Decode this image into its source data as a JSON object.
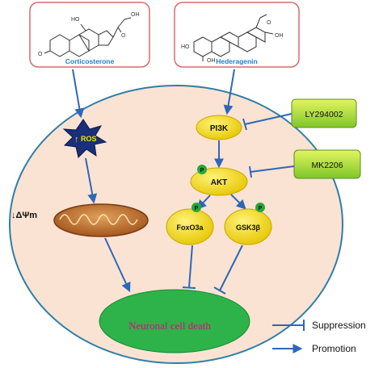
{
  "molecules": {
    "corticosterone": {
      "name": "Corticosterone",
      "substituents": [
        "HO",
        "OH",
        "O",
        "O"
      ]
    },
    "hederagenin": {
      "name": "Hederagenin",
      "substituents": [
        "HO",
        "OH",
        "O",
        "OH"
      ]
    }
  },
  "nodes": {
    "ros": "ROS",
    "ros_arrow": "↑",
    "membrane_potential": "↓ΔΨm",
    "pi3k": "PI3K",
    "akt": "AKT",
    "foxo3a": "FoxO3a",
    "gsk3b": "GSK3β",
    "phospho": "P",
    "outcome": "Neuronal cell death"
  },
  "inhibitors": {
    "ly": "LY294002",
    "mk": "MK2206"
  },
  "legend": {
    "suppression": "Suppression",
    "promotion": "Promotion"
  },
  "colors": {
    "cell": "#fbe3d3",
    "cell_border": "#2f7ea8",
    "arrow": "#2e67b8",
    "node_fill": "#f5de14",
    "phospho_fill": "#22a83a",
    "outcome_fill": "#2db34a",
    "outcome_text": "#d0127e",
    "inhibitor_fill": "#b9e53c",
    "box_border": "#d66b6b",
    "ros_fill": "#1a2f7a",
    "ros_text": "#f5e000",
    "mito_fill": "#c47a3a"
  }
}
